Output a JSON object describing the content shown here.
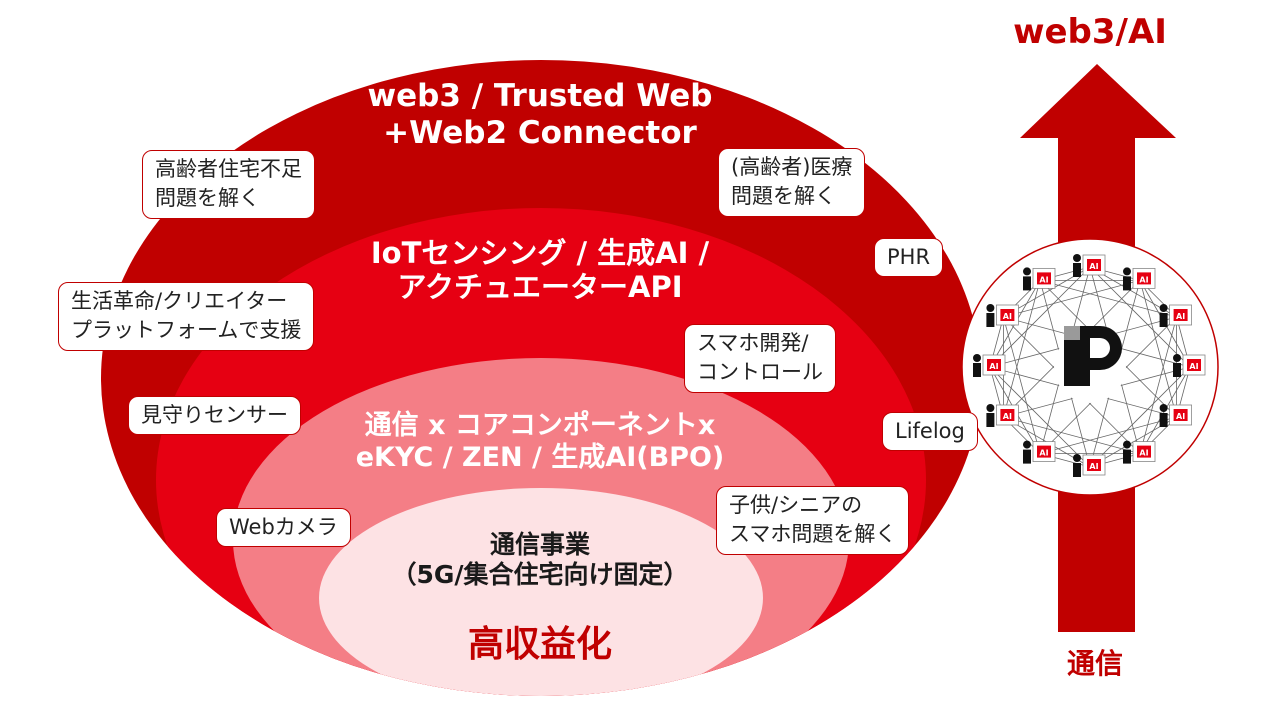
{
  "layers": {
    "outer": {
      "line1": "web3 / Trusted Web",
      "line2": "+Web2 Connector"
    },
    "middle": {
      "line1": "IoTセンシング / 生成AI /",
      "line2": "アクチュエーターAPI"
    },
    "inner": {
      "line1": "通信 x コアコンポーネントx",
      "line2": "eKYC / ZEN / 生成AI(BPO)"
    },
    "core": {
      "line1": "通信事業",
      "line2": "（5G/集合住宅向け固定）",
      "accent": "高収益化"
    }
  },
  "callouts": {
    "elderly_housing": {
      "line1": "高齢者住宅不足",
      "line2": "問題を解く"
    },
    "elderly_medical": {
      "line1": "(高齢者)医療",
      "line2": "問題を解く"
    },
    "phr": {
      "line1": "PHR"
    },
    "lifestyle": {
      "line1": "生活革命/クリエイター",
      "line2": "プラットフォームで支援"
    },
    "smartphone_dev": {
      "line1": "スマホ開発/",
      "line2": "コントロール"
    },
    "watch_sensor": {
      "line1": "見守りセンサー"
    },
    "lifelog": {
      "line1": "Lifelog"
    },
    "webcam": {
      "line1": "Webカメラ"
    },
    "child_senior": {
      "line1": "子供/シニアの",
      "line2": "スマホ問題を解く"
    }
  },
  "arrow": {
    "top_label": "web3/AI",
    "bottom_label": "通信"
  },
  "network_badge": {
    "node_label": "AI",
    "logo_icon": "tp-logo-icon",
    "node_icon": "person-at-terminal-icon"
  },
  "colors": {
    "outer": "#c00000",
    "middle": "#e60012",
    "inner": "#f47e86",
    "core": "#fde2e4",
    "accent": "#c00000"
  }
}
